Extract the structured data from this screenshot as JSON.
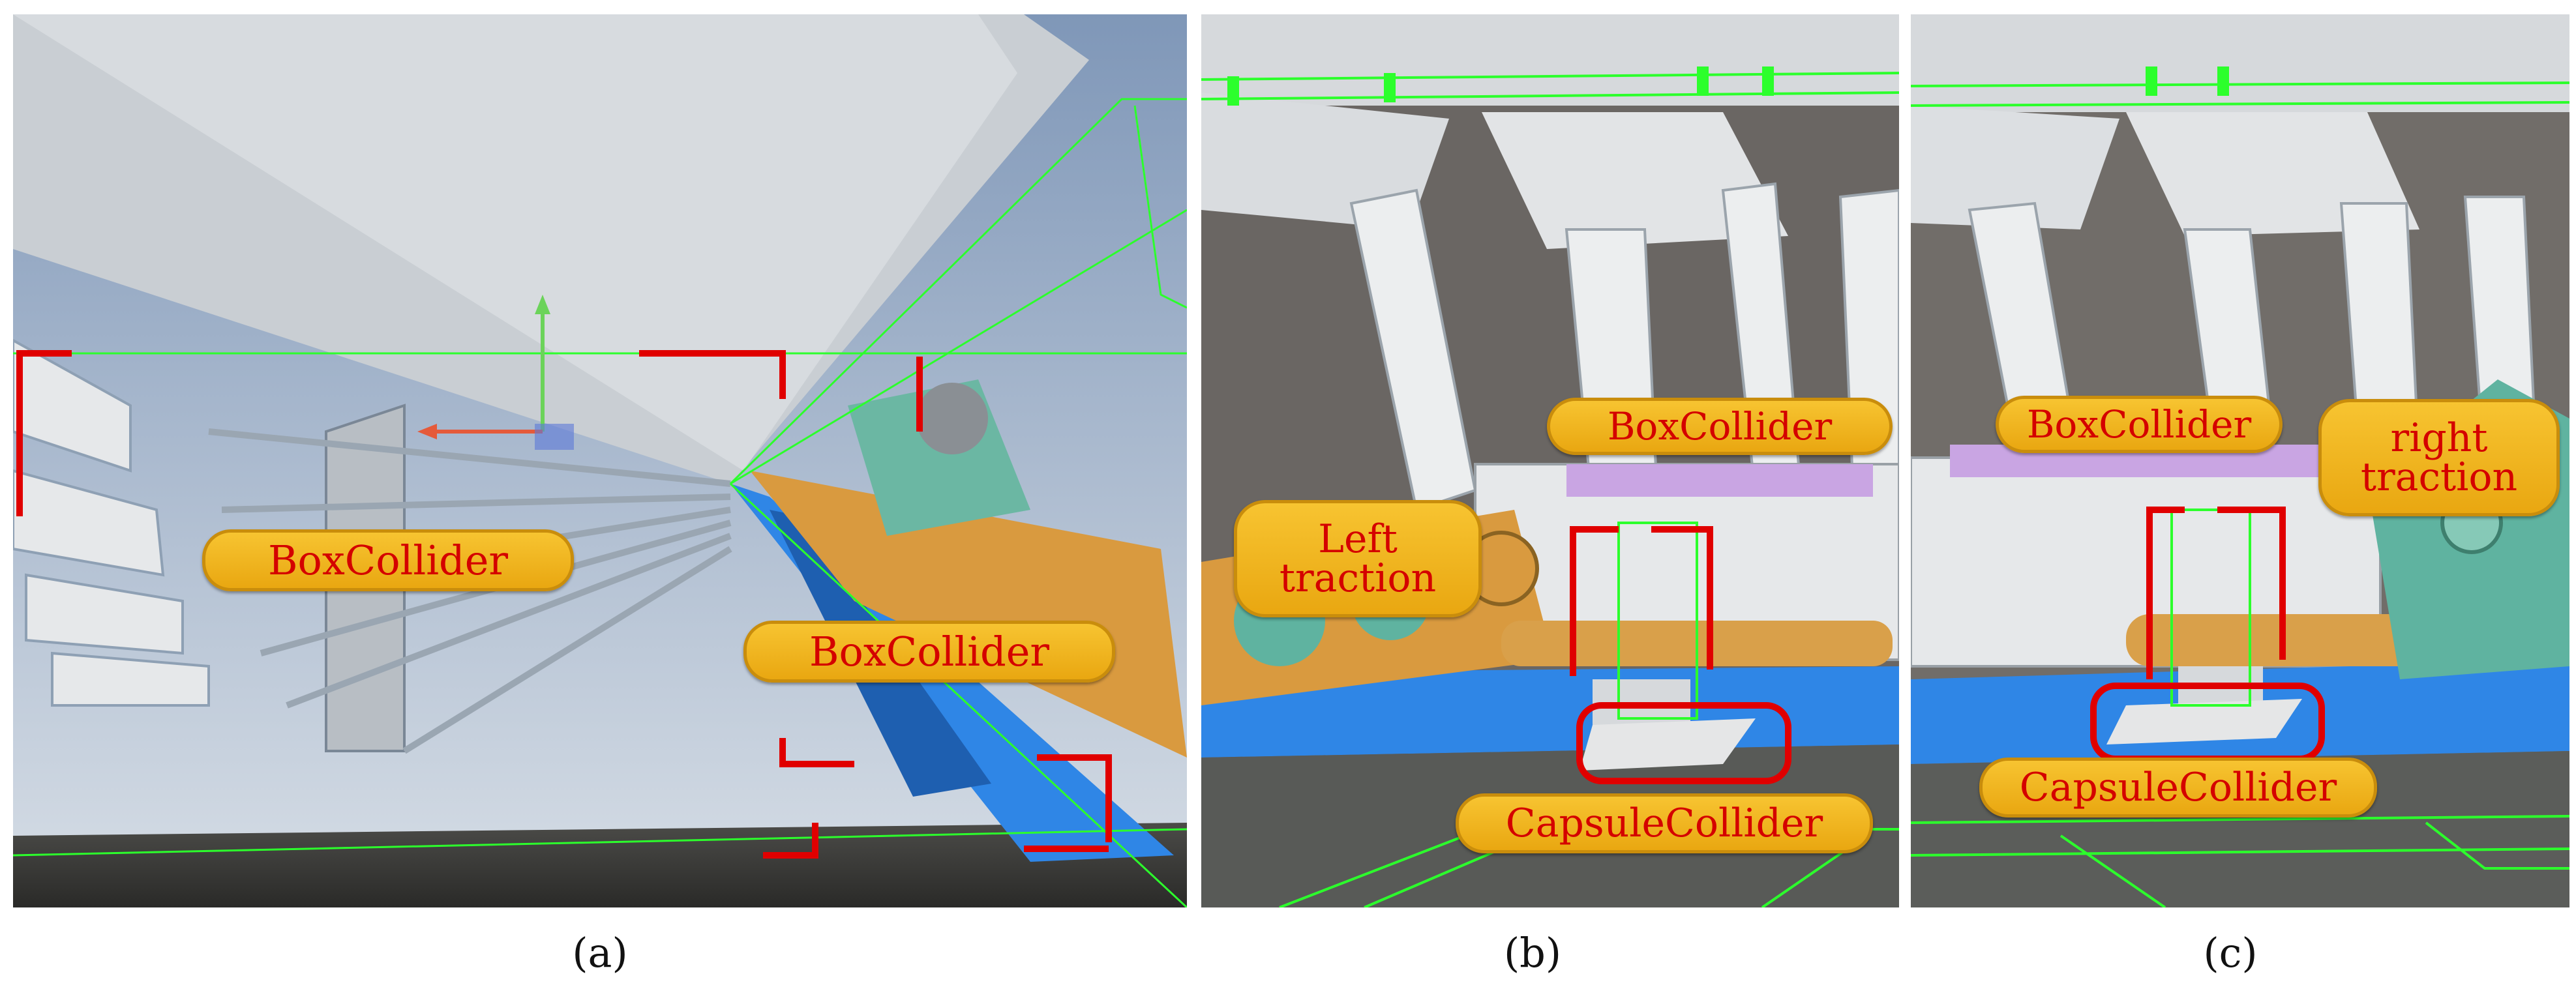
{
  "figure": {
    "panels": [
      {
        "id": "a",
        "caption": "(a)",
        "labels": [
          "BoxCollider",
          "BoxCollider"
        ]
      },
      {
        "id": "b",
        "caption": "(b)",
        "labels": [
          "BoxCollider",
          "Left traction",
          "CapsuleCollider"
        ],
        "left_traction_lines": [
          "Left",
          "traction"
        ]
      },
      {
        "id": "c",
        "caption": "(c)",
        "labels": [
          "BoxCollider",
          "right traction",
          "CapsuleCollider"
        ],
        "right_traction_lines": [
          "right",
          "traction"
        ]
      }
    ]
  },
  "colors": {
    "label_fill": "#f0b323",
    "label_text": "#d40000",
    "collider_wireframe": "#2cff2c",
    "highlight_bracket": "#e00000",
    "conveyor_blue": "#2f86e6",
    "motor_orange": "#d99a3f",
    "gear_teal": "#5fb3a0"
  }
}
